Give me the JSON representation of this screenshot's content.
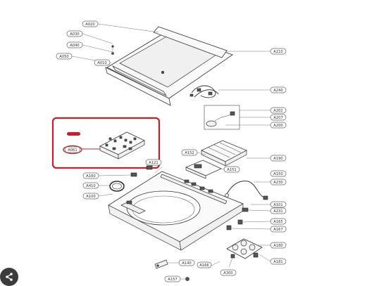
{
  "diagram": {
    "labels": {
      "a020": "A020",
      "a030": "A030",
      "a040": "A040",
      "a050": "A050",
      "a010": "A010",
      "a210": "A210",
      "a240": "A240",
      "a202": "A202",
      "a207": "A207",
      "a200": "A200",
      "a152": "A152",
      "a190": "A190",
      "a151": "A151",
      "a150": "A150",
      "a230": "A230",
      "a061": "A061",
      "a121": "A121",
      "a160": "A160",
      "a410": "A410",
      "a100": "A100",
      "a101": "A101",
      "a231": "A231",
      "a165": "A165",
      "a167": "A167",
      "a180": "A180",
      "a140": "A140",
      "a166": "A166",
      "a181": "A181",
      "a300": "A300",
      "a157": "A157"
    },
    "highlight_color": "#c8202a"
  },
  "share_button": {
    "icon": "share-icon"
  }
}
